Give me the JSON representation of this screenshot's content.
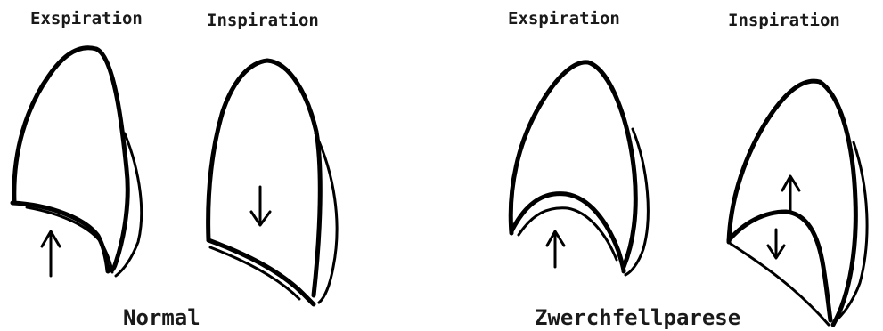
{
  "labels": {
    "normal_expiration": "Exspiration",
    "normal_inspiration": "Inspiration",
    "paresis_expiration": "Exspiration",
    "paresis_inspiration": "Inspiration"
  },
  "captions": {
    "normal": "Normal",
    "paresis": "Zwerchfellparese"
  },
  "colors": {
    "stroke": "#000000",
    "text": "#1a1a1a",
    "background": "#ffffff"
  },
  "arrows": {
    "normal_expiration": "up-arrow",
    "normal_inspiration": "down-arrow",
    "paresis_expiration": "up-arrow",
    "paresis_inspiration": [
      "up-arrow",
      "down-arrow"
    ]
  }
}
